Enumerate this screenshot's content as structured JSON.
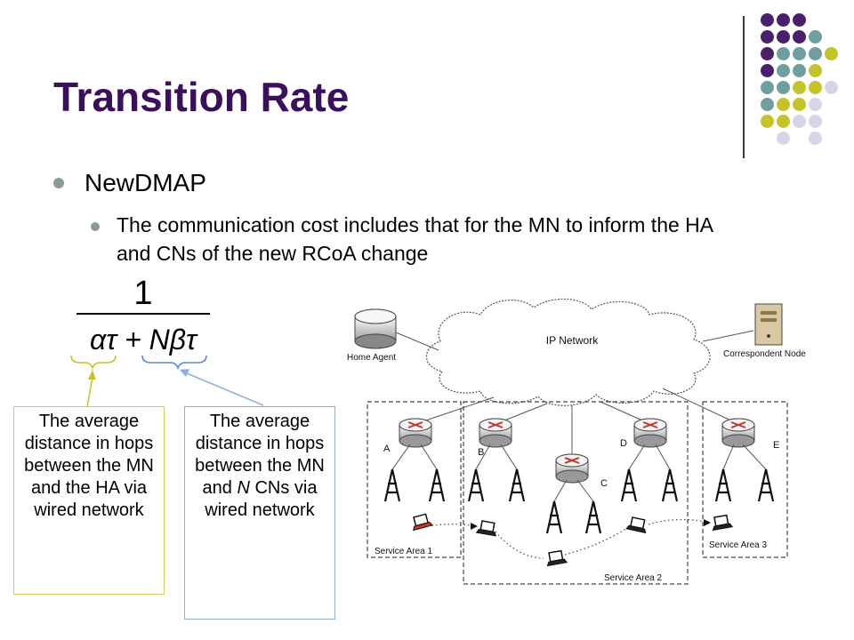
{
  "slide": {
    "title": "Transition Rate",
    "bullet1": "NewDMAP",
    "bullet2": "The communication cost includes that for the MN to inform the HA and CNs of the new RCoA change"
  },
  "formula": {
    "numerator": "1",
    "denominator": "ατ + Nβτ"
  },
  "callouts": {
    "left": "The average distance in hops between the MN and the HA via wired network",
    "right_part1": "The average distance in hops between the MN and ",
    "right_italic": "N",
    "right_part2": " CNs via wired network"
  },
  "diagram": {
    "cloud_label": "IP Network",
    "home_agent_label": "Home Agent",
    "correspondent_label": "Correspondent Node",
    "router_labels": [
      "A",
      "B",
      "C",
      "D",
      "E"
    ],
    "service_area1": "Service Area 1",
    "service_area2": "Service Area 2",
    "service_area3": "Service Area 3"
  },
  "colors": {
    "title": "#3b0f5c",
    "dot_purple": "#4a1f6b",
    "dot_teal": "#6f9ea0",
    "dot_olive": "#c4c42a",
    "dot_lavender": "#d6d6ea",
    "callout_left_border": "#cfcf5a",
    "callout_right_border": "#8ab0d8"
  }
}
